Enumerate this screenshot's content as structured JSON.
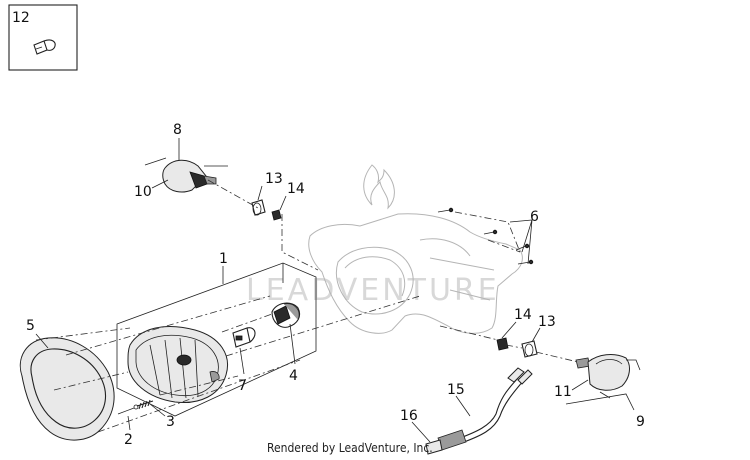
{
  "callouts": {
    "c1": "1",
    "c2": "2",
    "c3": "3",
    "c4": "4",
    "c5": "5",
    "c6": "6",
    "c7": "7",
    "c8": "8",
    "c9": "9",
    "c10": "10",
    "c11": "11",
    "c12": "12",
    "c13a": "13",
    "c13b": "13",
    "c14a": "14",
    "c14b": "14",
    "c15": "15",
    "c16": "16"
  },
  "watermark": "LEADVENTURE",
  "credit": "Rendered by LeadVenture, Inc."
}
